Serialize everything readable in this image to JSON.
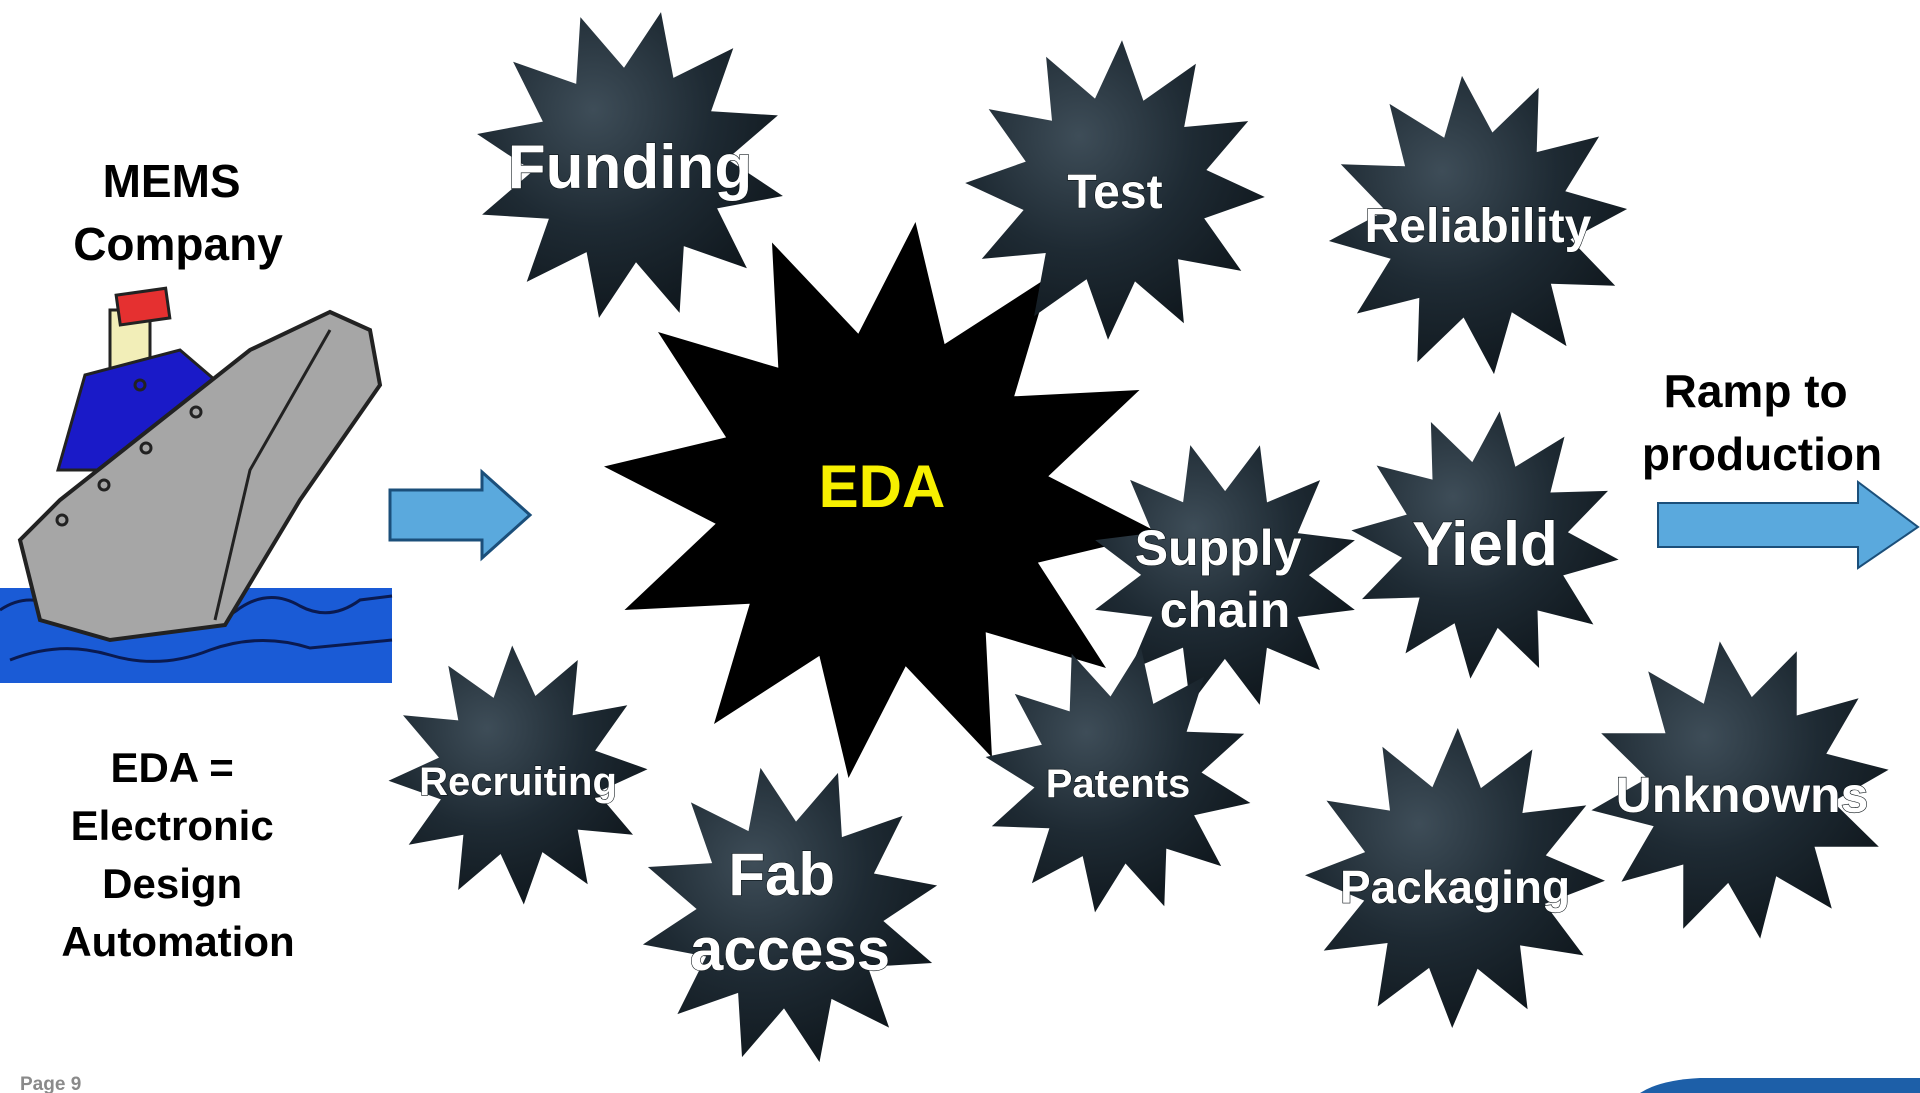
{
  "left_panel": {
    "company_lines": [
      "MEMS",
      "Company"
    ],
    "definition_lines": [
      "EDA =",
      "Electronic",
      "Design",
      "Automation"
    ]
  },
  "right_panel": {
    "goal_lines": [
      "Ramp to",
      "production"
    ]
  },
  "center_mine": {
    "label": "EDA",
    "label_color": "#f7f000",
    "body_color": "#000000"
  },
  "mines": [
    {
      "key": "funding",
      "label_lines": [
        "Funding"
      ]
    },
    {
      "key": "test",
      "label_lines": [
        "Test"
      ]
    },
    {
      "key": "reliability",
      "label_lines": [
        "Reliability"
      ]
    },
    {
      "key": "supply-chain",
      "label_lines": [
        "Supply",
        "chain"
      ]
    },
    {
      "key": "yield",
      "label_lines": [
        "Yield"
      ]
    },
    {
      "key": "recruiting",
      "label_lines": [
        "Recruiting"
      ]
    },
    {
      "key": "fab-access",
      "label_lines": [
        "Fab",
        "access"
      ]
    },
    {
      "key": "patents",
      "label_lines": [
        "Patents"
      ]
    },
    {
      "key": "packaging",
      "label_lines": [
        "Packaging"
      ]
    },
    {
      "key": "unknowns",
      "label_lines": [
        "Unknowns"
      ]
    }
  ],
  "footer": {
    "page_label": "Page 9"
  },
  "colors": {
    "mine_body": "#1e2a33",
    "arrow_fill": "#5aa9dd",
    "sea": "#1a5bd6",
    "ship_hull": "#a6a6a6",
    "ship_cabin": "#1a1ac8",
    "chimney_top": "#e53030"
  }
}
